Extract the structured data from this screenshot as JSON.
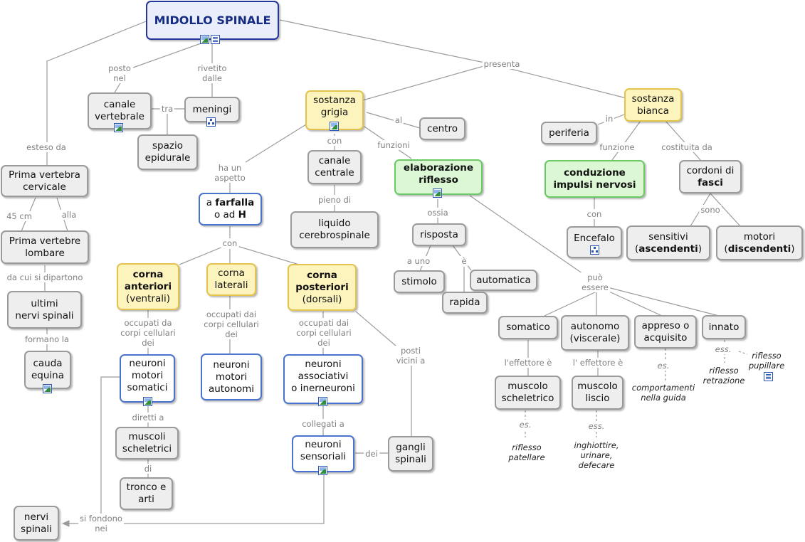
{
  "nodes": {
    "midollo_spinale": "MIDOLLO SPINALE",
    "prima_vertebra_cervicale": "Prima vertebra\ncervicale",
    "prima_vertebre_lombare": "Prima vertebre\nlombare",
    "ultimi_nervi_spinali": "ultimi\nnervi spinali",
    "cauda_equina": "cauda\nequina",
    "canale_vertebrale": "canale\nvertebrale",
    "meningi": "meningi",
    "spazio_epidurale": "spazio\nepidurale",
    "sostanza_grigia": "sostanza\ngrigia",
    "centro": "centro",
    "canale_centrale": "canale\ncentrale",
    "liquido_cerebrospinale": "liquido\ncerebrospinale",
    "farfalla_pre": "a ",
    "farfalla_bold": "farfalla",
    "farfalla_mid": "o ad ",
    "farfalla_h": "H",
    "elaborazione_riflesso": "elaborazione\nriflesso",
    "risposta": "risposta",
    "stimolo": "stimolo",
    "automatica": "automatica",
    "rapida": "rapida",
    "corna_anteriori_bold": "corna\nanteriori",
    "corna_anteriori_sub": "(ventrali)",
    "corna_laterali": "corna\nlaterali",
    "corna_posteriori_bold": "corna\nposteriori",
    "corna_posteriori_sub": "(dorsali)",
    "neuroni_motori_somatici": "neuroni\nmotori\nsomatici",
    "neuroni_motori_autonomi": "neuroni\nmotori\nautonomi",
    "neuroni_associativi": "neuroni\nassociativi\no inerneuroni",
    "neuroni_sensoriali": "neuroni\nsensoriali",
    "gangli_spinali": "gangli\nspinali",
    "muscoli_scheletrici": "muscoli\nscheletrici",
    "tronco_e_arti": "tronco e\narti",
    "nervi_spinali": "nervi\nspinali",
    "sostanza_bianca": "sostanza\nbianca",
    "periferia": "periferia",
    "conduzione_impulsi": "conduzione\nimpulsi nervosi",
    "encefalo": "Encefalo",
    "cordoni_pre": "cordoni di",
    "cordoni_bold": "fasci",
    "sensitivi_pre": "sensitivi\n(",
    "sensitivi_bold": "ascendenti",
    "sensitivi_post": ")",
    "motori_pre": "motori\n(",
    "motori_bold": "discendenti",
    "motori_post": ")",
    "somatico": "somatico",
    "autonomo": "autonomo\n(viscerale)",
    "appreso": "appreso o\nacquisito",
    "innato": "innato",
    "muscolo_scheletrico": "muscolo\nscheletrico",
    "muscolo_liscio": "muscolo\nliscio"
  },
  "labels": {
    "presenta": "presenta",
    "posto_nel": "posto\nnel",
    "rivetito_dalle": "rivetito\ndalle",
    "esteso_da": "esteso da",
    "tra": "tra",
    "cm45": "45 cm",
    "alla": "alla",
    "da_cui": "da cui si dipartono",
    "formano_la": "formano la",
    "al": "al",
    "con_grigia": "con",
    "funzioni_grigia": "funzioni",
    "ha_un_aspetto": "ha un\naspetto",
    "pieno_di": "pieno di",
    "ossia": "ossia",
    "a_uno": "a uno",
    "e_acc": "è",
    "puo_essere": "può\nessere",
    "con_farfalla": "con",
    "occupati_da": "occupati da\ncorpi cellulari\ndei",
    "occupati_dai_lat": "occupati dai\ncorpi cellulari\ndei",
    "occupati_dai_post": "occupati dai\ncorpi cellulari\ndei",
    "posti_vicini": "posti\nvicini a",
    "diretti_a": "diretti a",
    "di": "di",
    "collegati_a": "collegati a",
    "dei": "dei",
    "si_fondono": "si fondono\nnei",
    "in": "in",
    "funzione": "funzione",
    "costituita_da": "costituita da",
    "con_conduzione": "con",
    "sono": "sono",
    "effettore1": "l'effettore è",
    "effettore2": "l' effettore è",
    "es1": "es.",
    "es2": "ess.",
    "es3": "es.",
    "es4": "ess."
  },
  "examples": {
    "riflesso_patellare": "riflesso\npatellare",
    "inghiottire": "inghiottire,\nurinare,\ndefecare",
    "comportamenti": "comportamenti\nnella guida",
    "riflesso_retrazione": "riflesso\nretrazione",
    "riflesso_pupillare": "riflesso\npupillare"
  },
  "icons": [
    "image-icon",
    "document-icon",
    "concept-map-icon"
  ],
  "colors": {
    "root_border": "#25359a",
    "yellow_fill": "#fdf3bd",
    "green_fill": "#dbf7d3",
    "blue_border": "#4a73d0",
    "link_gray": "#9b9b9b"
  }
}
